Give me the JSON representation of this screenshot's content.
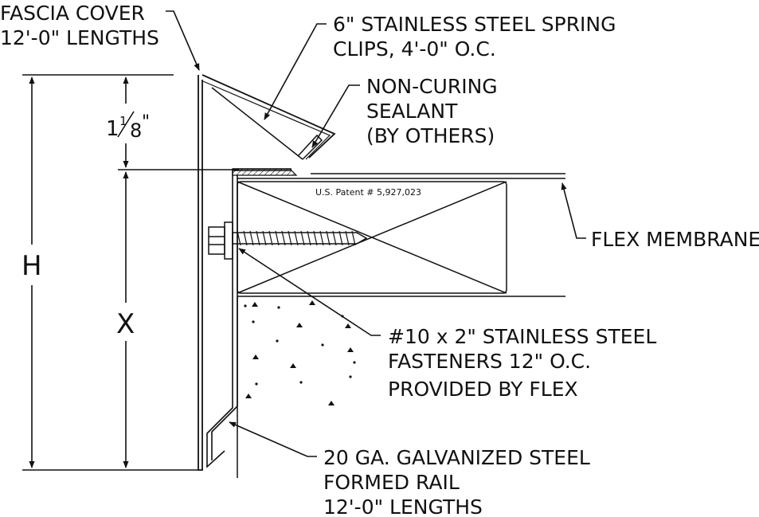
{
  "labels": {
    "fascia_cover": [
      "FASCIA COVER",
      "12'-0\" LENGTHS"
    ],
    "spring_clips": [
      "6\" STAINLESS STEEL SPRING",
      "CLIPS, 4'-0\" O.C."
    ],
    "sealant": [
      "NON-CURING",
      "SEALANT",
      "(BY OTHERS)"
    ],
    "flex_membrane": "FLEX MEMBRANE",
    "fasteners": [
      "#10 x 2\" STAINLESS STEEL",
      "FASTENERS 12\"  O.C.",
      "PROVIDED BY FLEX"
    ],
    "rail": [
      "20 GA. GALVANIZED STEEL",
      "FORMED RAIL",
      "12'-0\"  LENGTHS"
    ],
    "patent": "U.S. Patent # 5,927,023"
  },
  "dimensions": {
    "overall": "H",
    "rail_height": "X",
    "cover_projection": {
      "whole": "1",
      "numerator": "1",
      "denominator": "8",
      "unit": "\""
    }
  }
}
